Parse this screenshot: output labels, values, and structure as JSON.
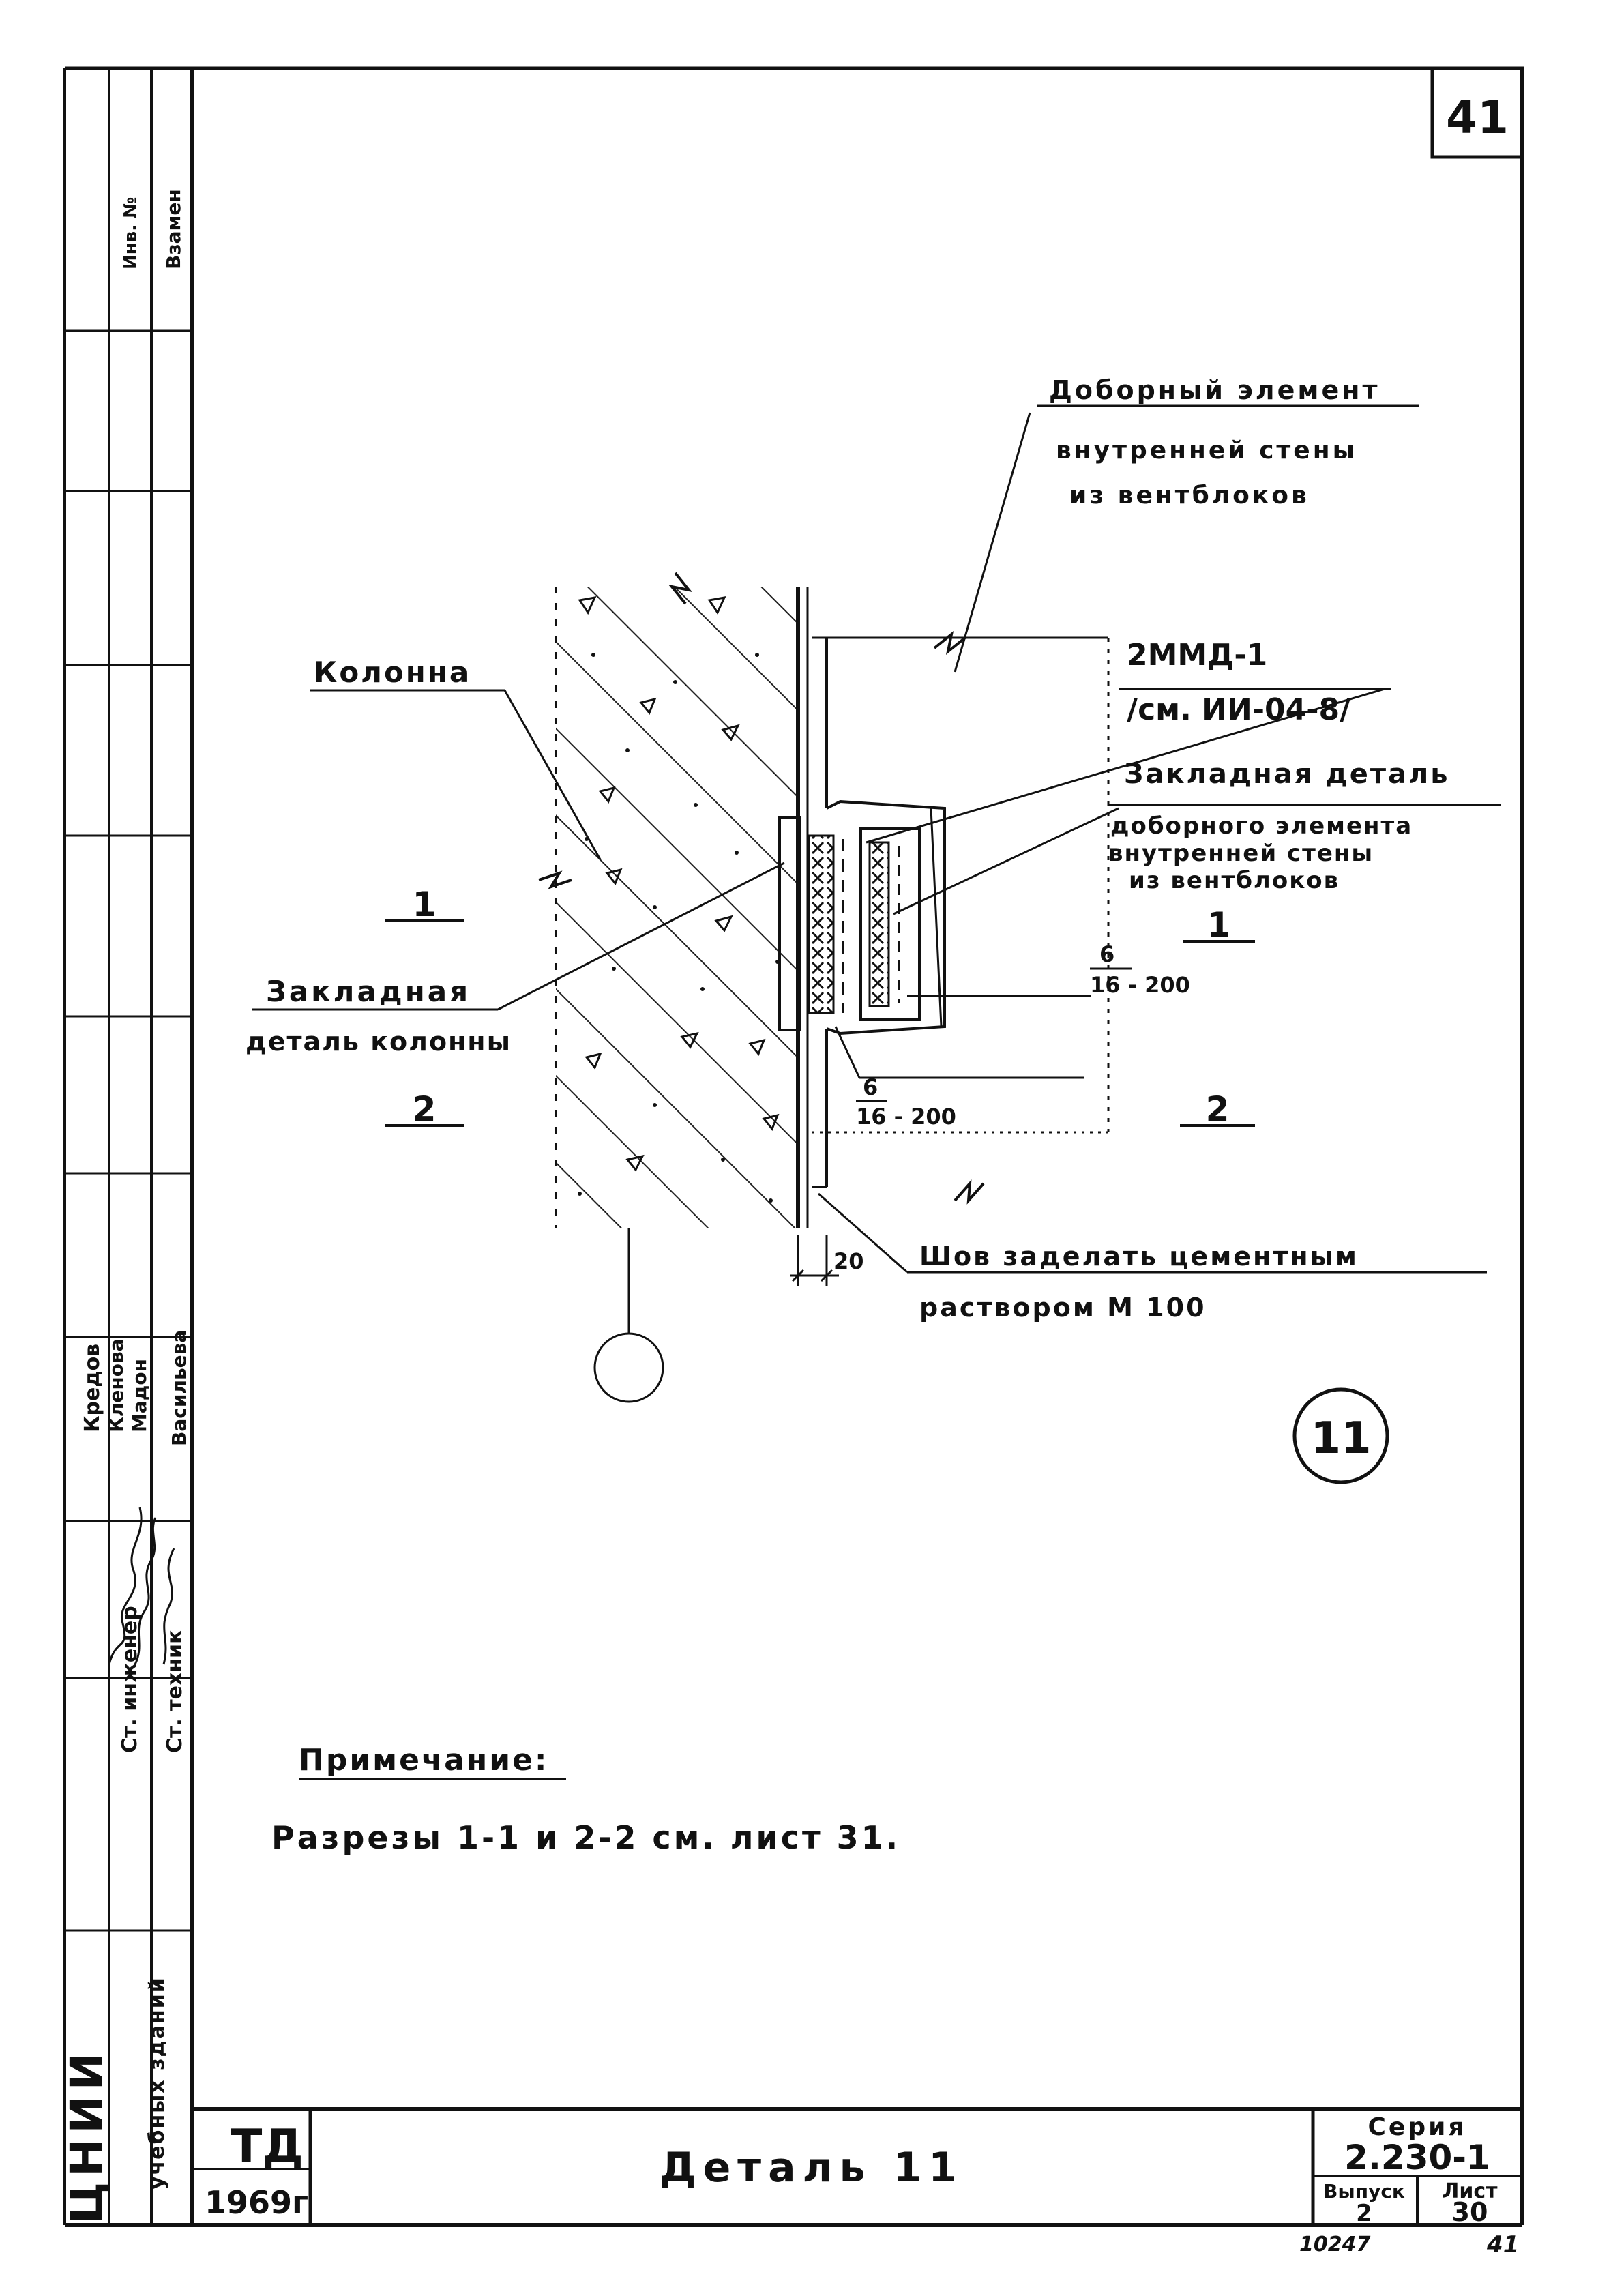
{
  "sheet_number": "41",
  "labels": {
    "dobornyi_1": "Доборный элемент",
    "dobornyi_2": "внутренней стены",
    "dobornyi_3": "из вентблоков",
    "kolonna": "Колонна",
    "mark_2mmd": "2ММД-1",
    "mark_ref": "/см. ИИ-04-8/",
    "zakl_elem_1": "Закладная деталь",
    "zakl_elem_2": "доборного элемента",
    "zakl_elem_3": "внутренней стены",
    "zakl_elem_4": "из вентблоков",
    "zakl_col_1": "Закладная",
    "zakl_col_2": "деталь колонны",
    "weld_upper_top": "6",
    "weld_upper_bottom": "16 - 200",
    "weld_lower_top": "6",
    "weld_lower_bottom": "16 - 200",
    "gap": "20",
    "seam_1": "Шов заделать цементным",
    "seam_2": "раствором М 100",
    "section_1_left": "1",
    "section_2_left": "2",
    "section_1_right": "1",
    "section_2_right": "2",
    "detail_marker": "11"
  },
  "note": {
    "title": "Примечание:",
    "text": "Разрезы 1-1 и 2-2 см. лист 31."
  },
  "side_stamp": {
    "vzamen": "Взамен",
    "inv": "Инв. №",
    "roles": [
      "Ст. инженер",
      "Ст. техник"
    ],
    "names": [
      "Кредов",
      "Кленова",
      "Мадон",
      "Васильева"
    ],
    "org": "ЦНИИ",
    "org_sub": "учебных зданий"
  },
  "title_block": {
    "code": "ТД",
    "year": "1969г",
    "title": "Деталь 11",
    "series_label": "Серия",
    "series_value": "2.230-1",
    "issue_label": "Выпуск",
    "issue_value": "2",
    "sheet_label": "Лист",
    "sheet_value": "30",
    "archive_no": "10247",
    "page_no": "41"
  },
  "colors": {
    "ink": "#111111",
    "paper": "#ffffff"
  }
}
